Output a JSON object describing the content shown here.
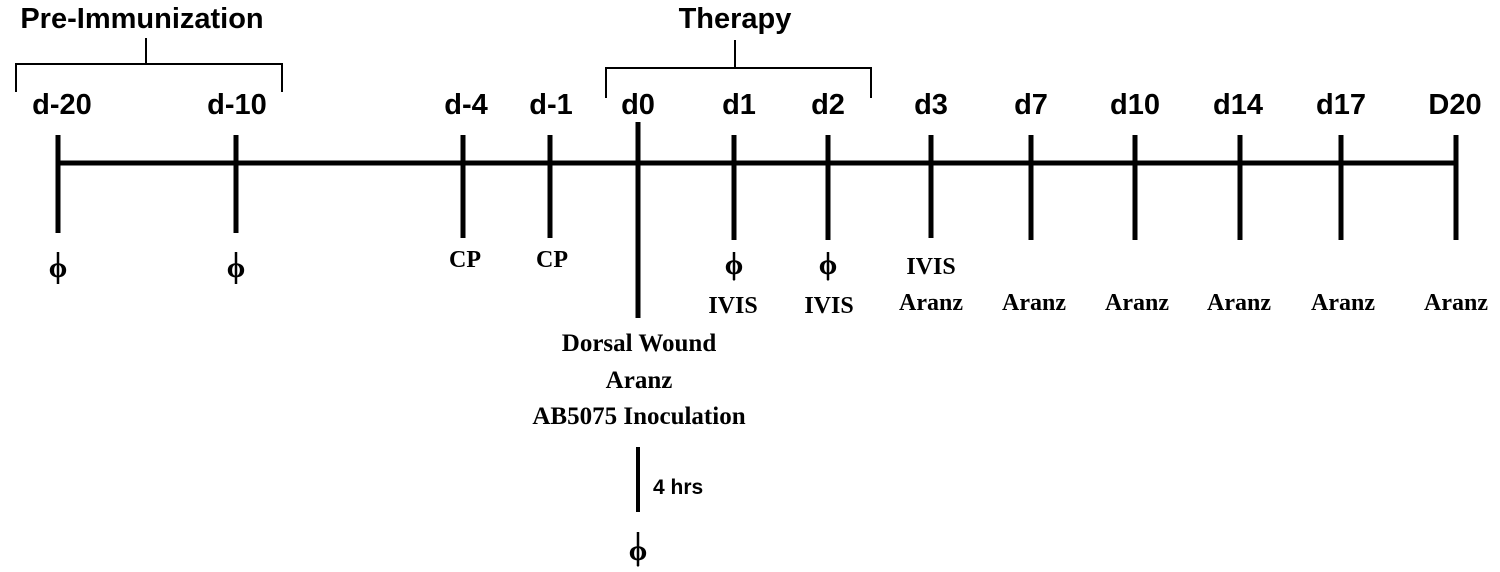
{
  "brackets": [
    {
      "id": "pre-immunization",
      "label": "Pre-Immunization"
    },
    {
      "id": "therapy",
      "label": "Therapy"
    }
  ],
  "days": [
    {
      "id": "d-20",
      "label": "d-20",
      "marker": "ϕ",
      "events": []
    },
    {
      "id": "d-10",
      "label": "d-10",
      "marker": "ϕ",
      "events": []
    },
    {
      "id": "d-4",
      "label": "d-4",
      "marker": "",
      "events": [
        "CP"
      ]
    },
    {
      "id": "d-1",
      "label": "d-1",
      "marker": "",
      "events": [
        "CP"
      ]
    },
    {
      "id": "d0",
      "label": "d0",
      "marker": "",
      "events": [
        "Dorsal Wound",
        "Aranz",
        "AB5075 Inoculation"
      ]
    },
    {
      "id": "d1",
      "label": "d1",
      "marker": "ϕ",
      "events": [
        "IVIS"
      ]
    },
    {
      "id": "d2",
      "label": "d2",
      "marker": "ϕ",
      "events": [
        "IVIS"
      ]
    },
    {
      "id": "d3",
      "label": "d3",
      "marker": "",
      "events": [
        "IVIS",
        "Aranz"
      ]
    },
    {
      "id": "d7",
      "label": "d7",
      "marker": "",
      "events": [
        "Aranz"
      ]
    },
    {
      "id": "d10",
      "label": "d10",
      "marker": "",
      "events": [
        "Aranz"
      ]
    },
    {
      "id": "d14",
      "label": "d14",
      "marker": "",
      "events": [
        "Aranz"
      ]
    },
    {
      "id": "d17",
      "label": "d17",
      "marker": "",
      "events": [
        "Aranz"
      ]
    },
    {
      "id": "D20",
      "label": "D20",
      "marker": "",
      "events": [
        "Aranz"
      ]
    }
  ],
  "post_inoculation": {
    "interval": "4 hrs",
    "marker": "ϕ"
  }
}
